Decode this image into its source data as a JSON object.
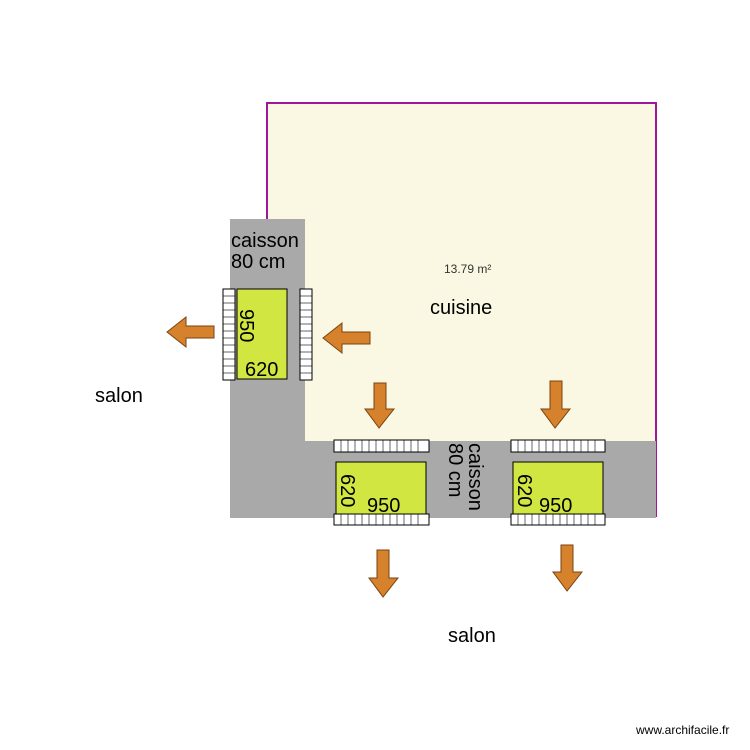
{
  "plan": {
    "room_name": "cuisine",
    "room_area": "13.79 m²",
    "caisson_left": {
      "line1": "caisson",
      "line2": "80 cm"
    },
    "caisson_bottom": {
      "line1": "caisson",
      "line2": "80 cm"
    },
    "salon_left": "salon",
    "salon_bottom": "salon",
    "window_left": {
      "a": "950",
      "b": "620"
    },
    "window_mid": {
      "a": "620",
      "b": "950"
    },
    "window_right": {
      "a": "620",
      "b": "950"
    },
    "watermark": "www.archifacile.fr"
  },
  "colors": {
    "room_fill": "#faf8e2",
    "room_border": "#a0179a",
    "caisson": "#a9a9a9",
    "window": "#d2e642",
    "arrow": "#d6822c"
  }
}
